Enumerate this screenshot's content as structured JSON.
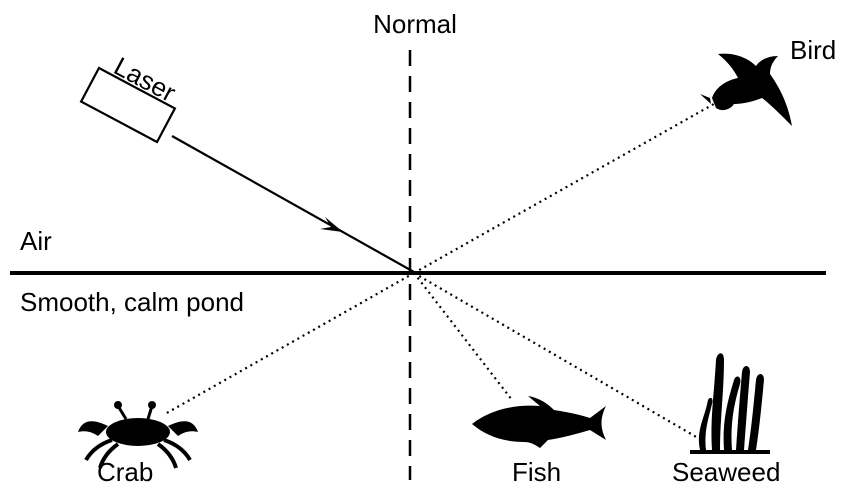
{
  "labels": {
    "normal": "Normal",
    "laser": "Laser",
    "bird": "Bird",
    "air": "Air",
    "pond": "Smooth, calm pond",
    "crab": "Crab",
    "fish": "Fish",
    "seaweed": "Seaweed"
  },
  "icons": {
    "laser": "laser-device-icon",
    "bird": "bird-silhouette-icon",
    "crab": "crab-silhouette-icon",
    "fish": "fish-silhouette-icon",
    "seaweed": "seaweed-silhouette-icon"
  },
  "colors": {
    "ink": "#000000",
    "background": "#ffffff"
  }
}
